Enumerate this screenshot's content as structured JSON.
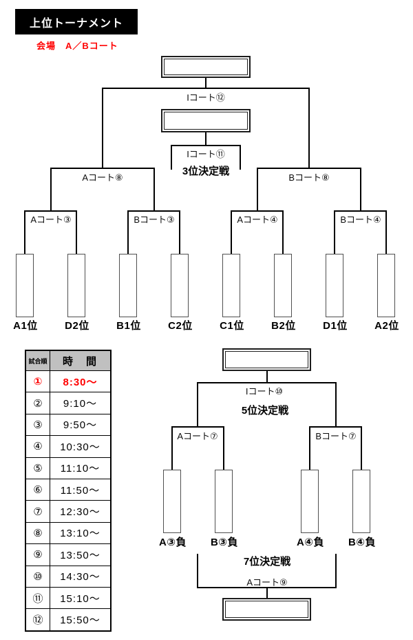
{
  "header": {
    "title": "上位トーナメント",
    "venue": "会場　A／Bコート"
  },
  "main_bracket": {
    "final": {
      "court": "Iコート⑫"
    },
    "third_place": {
      "court": "Iコート⑪",
      "title": "3位決定戦"
    },
    "semifinals": [
      {
        "court": "Aコート⑧"
      },
      {
        "court": "Bコート⑧"
      }
    ],
    "quarterfinals": [
      {
        "court": "Aコート③"
      },
      {
        "court": "Bコート③"
      },
      {
        "court": "Aコート④"
      },
      {
        "court": "Bコート④"
      }
    ],
    "seeds": [
      "A1位",
      "D2位",
      "B1位",
      "C2位",
      "C1位",
      "B2位",
      "D1位",
      "A2位"
    ]
  },
  "consolation_bracket": {
    "fifth_place": {
      "court": "Iコート⑩",
      "title": "5位決定戦"
    },
    "matches": [
      {
        "court": "Aコート⑦"
      },
      {
        "court": "Bコート⑦"
      }
    ],
    "seeds": [
      "A③負",
      "B③負",
      "A④負",
      "B④負"
    ],
    "seventh_place": {
      "court": "Aコート⑨",
      "title": "7位決定戦"
    }
  },
  "schedule": {
    "headers": {
      "order": "試合順",
      "time": "時　間"
    },
    "rows": [
      {
        "order": "①",
        "time": "8:30～"
      },
      {
        "order": "②",
        "time": "9:10～"
      },
      {
        "order": "③",
        "time": "9:50～"
      },
      {
        "order": "④",
        "time": "10:30～"
      },
      {
        "order": "⑤",
        "time": "11:10～"
      },
      {
        "order": "⑥",
        "time": "11:50～"
      },
      {
        "order": "⑦",
        "time": "12:30～"
      },
      {
        "order": "⑧",
        "time": "13:10～"
      },
      {
        "order": "⑨",
        "time": "13:50～"
      },
      {
        "order": "⑩",
        "time": "14:30～"
      },
      {
        "order": "⑪",
        "time": "15:10～"
      },
      {
        "order": "⑫",
        "time": "15:50～"
      }
    ]
  },
  "colors": {
    "highlight": "#ff0000",
    "table_header_bg": "#c0c0c0",
    "line": "#000000"
  }
}
